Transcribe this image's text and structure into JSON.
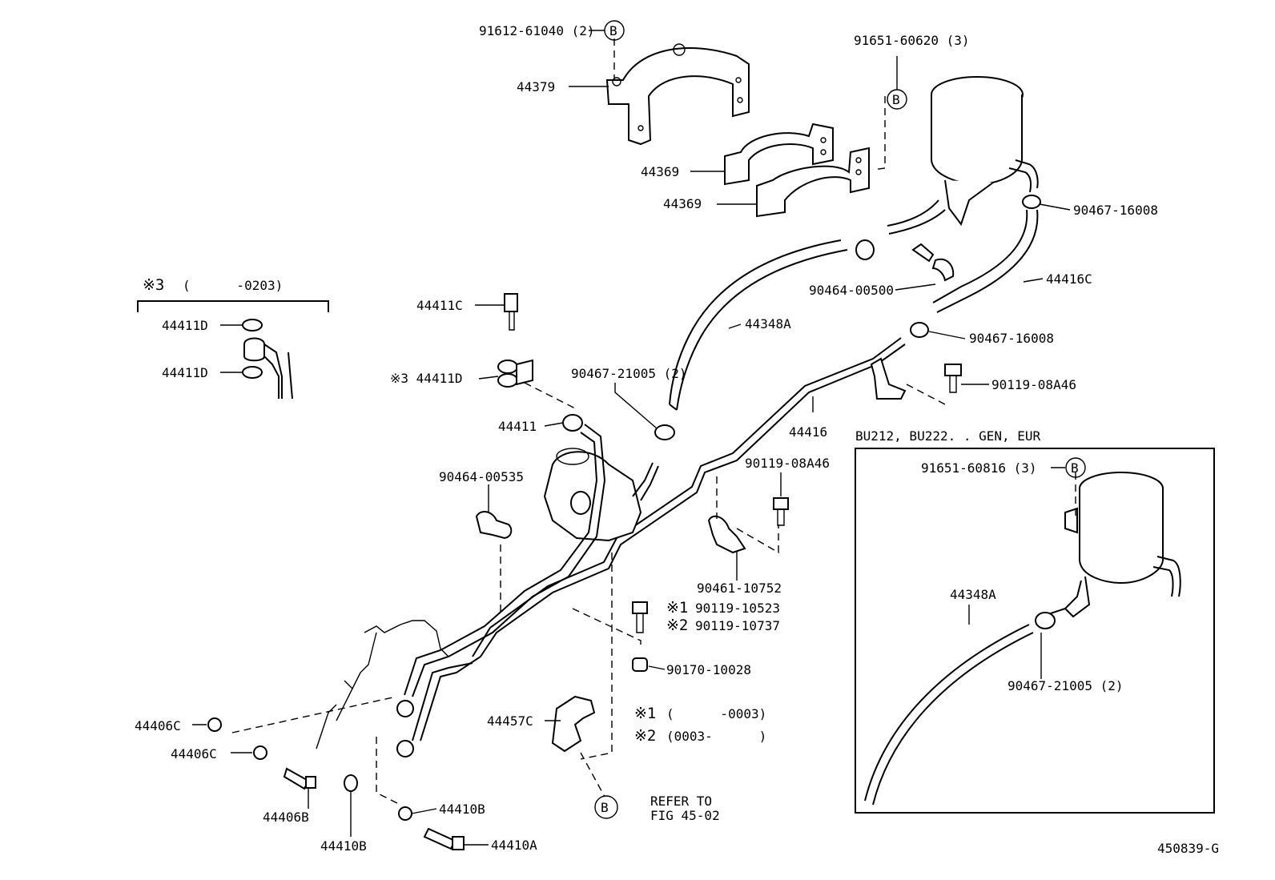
{
  "labels": {
    "p91612": "91612-61040 (2)",
    "p44379": "44379",
    "p91651a": "91651-60620 (3)",
    "p44369a": "44369",
    "p44369b": "44369",
    "p90467a": "90467-16008",
    "p90464a": "90464-00500",
    "p44416c": "44416C",
    "p44348a": "44348A",
    "p90467b": "90467-16008",
    "p44411c": "44411C",
    "p44411d_main": "※3 44411D",
    "p90467c": "90467-21005 (2)",
    "p90119a": "90119-08A46",
    "p44416": "44416",
    "p44411": "44411",
    "p90464b": "90464-00535",
    "p90119b": "90119-08A46",
    "p90461": "90461-10752",
    "p90119c": "90119-10523",
    "p90119d": "90119-10737",
    "p90170": "90170-10028",
    "p44406c_a": "44406C",
    "p44406c_b": "44406C",
    "p44457c": "44457C",
    "p44406b": "44406B",
    "p44410b_a": "44410B",
    "p44410b_b": "44410B",
    "p44410a": "44410A",
    "mark1": "※1",
    "mark2": "※2",
    "refer1": "REFER TO",
    "refer2": "FIG 45-02",
    "drawing_no": "450839-G"
  },
  "notes": {
    "note1_mark": "※1",
    "note1_text": "(      -0003)",
    "note2_mark": "※2",
    "note2_text": "(0003-      )"
  },
  "inset_left": {
    "title_mark": "※3",
    "title_text": "(      -0203)",
    "p44411d_a": "44411D",
    "p44411d_b": "44411D"
  },
  "inset_right": {
    "title": "BU212, BU222. . GEN, EUR",
    "p91651": "91651-60816 (3)",
    "p44348a": "44348A",
    "p90467": "90467-21005 (2)"
  },
  "callout_letter": "B"
}
